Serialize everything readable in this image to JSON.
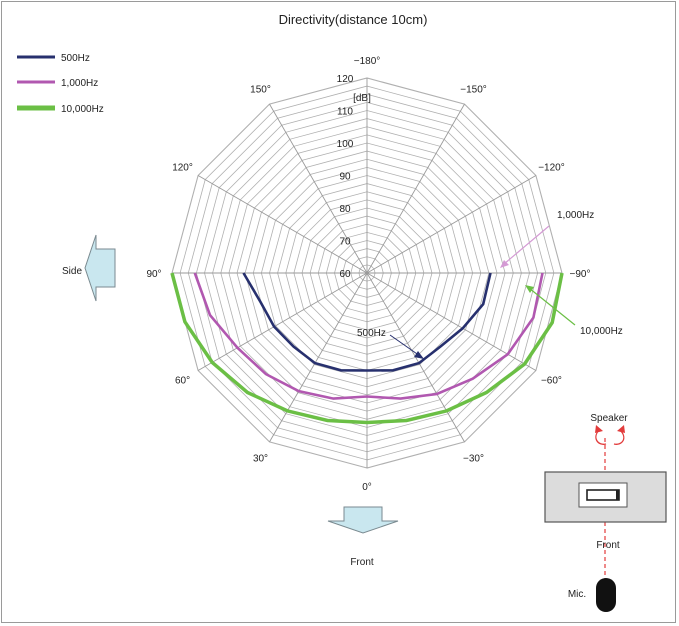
{
  "chart_data": {
    "type": "radar",
    "title": "Directivity(distance 10cm)",
    "r_unit": "[dB]",
    "r_range": [
      60,
      120
    ],
    "r_ticks": [
      "60",
      "70",
      "80",
      "90",
      "100",
      "110",
      "120"
    ],
    "angles": [
      -180,
      -150,
      -120,
      -90,
      -60,
      -30,
      0,
      30,
      60,
      90,
      120,
      150
    ],
    "angle_labels": [
      "−180°",
      "−150°",
      "−120°",
      "−90°",
      "−60°",
      "−30°",
      "0°",
      "30°",
      "60°",
      "90°",
      "120°",
      "150°"
    ],
    "measured_angles": [
      -90,
      -75,
      -60,
      -45,
      -30,
      -15,
      0,
      15,
      30,
      45,
      60,
      75,
      90
    ],
    "series": [
      {
        "name": "500Hz",
        "color": "#27306e",
        "values": [
          98,
          97,
          94,
          92,
          92,
          91,
          90,
          91,
          92,
          92,
          93,
          94,
          98
        ]
      },
      {
        "name": "1,000Hz",
        "color": "#b158b0",
        "values": [
          114,
          113,
          110,
          106,
          103,
          100,
          98,
          100,
          102,
          104,
          106,
          110,
          113
        ]
      },
      {
        "name": "10,000Hz",
        "color": "#6bbf45",
        "values": [
          120,
          119,
          116,
          112,
          109,
          107,
          106,
          107,
          109,
          112,
          115,
          118,
          120
        ]
      }
    ],
    "annotations": [
      {
        "text": "1,000Hz",
        "color": "#d49ad4"
      },
      {
        "text": "10,000Hz",
        "color": "#6bbf45"
      },
      {
        "text": "500Hz",
        "color": "#27306e"
      }
    ],
    "legend_position": "top-left",
    "grid": true
  },
  "labels": {
    "side": "Side",
    "front": "Front",
    "speaker": "Speaker",
    "front_small": "Front",
    "mic": "Mic."
  },
  "colors": {
    "grid": "#b0b0b0",
    "arrow_fill": "#c9e7ef",
    "arrow_stroke": "#7a8a90",
    "box_fill": "#dcdcdc",
    "dashed": "#e23b3b"
  }
}
